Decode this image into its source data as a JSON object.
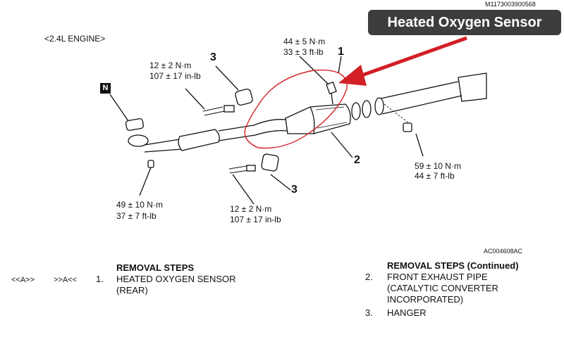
{
  "header": {
    "doc_id": "M1173003900568",
    "engine": "<2.4L ENGINE>",
    "figure_id": "AC004608AC"
  },
  "callout": {
    "label": "Heated Oxygen Sensor",
    "color": "#3d3d3d",
    "arrow_color": "#d21f26"
  },
  "diagram": {
    "box_label": "N",
    "torques": [
      {
        "nm": "12 ± 2 N·m",
        "imp": "107 ± 17 in-lb"
      },
      {
        "nm": "44 ± 5 N·m",
        "imp": "33 ± 3 ft-lb"
      },
      {
        "nm": "59 ± 10 N·m",
        "imp": "44 ± 7 ft-lb"
      },
      {
        "nm": "49 ± 10 N·m",
        "imp": "37 ± 7 ft-lb"
      },
      {
        "nm": "12 ± 2 N·m",
        "imp": "107 ± 17 in-lb"
      }
    ],
    "part_numbers": [
      "1",
      "2",
      "3",
      "3"
    ]
  },
  "removal": {
    "refs": [
      "<<A>>",
      ">>A<<"
    ],
    "title": "REMOVAL STEPS",
    "step1_num": "1.",
    "step1_line1": "HEATED OXYGEN SENSOR",
    "step1_line2": "(REAR)",
    "cont_title": "REMOVAL STEPS (Continued)",
    "step2_num": "2.",
    "step2_line1": "FRONT EXHAUST PIPE",
    "step2_line2": "(CATALYTIC CONVERTER",
    "step2_line3": "INCORPORATED)",
    "step3_num": "3.",
    "step3_line1": "HANGER"
  }
}
